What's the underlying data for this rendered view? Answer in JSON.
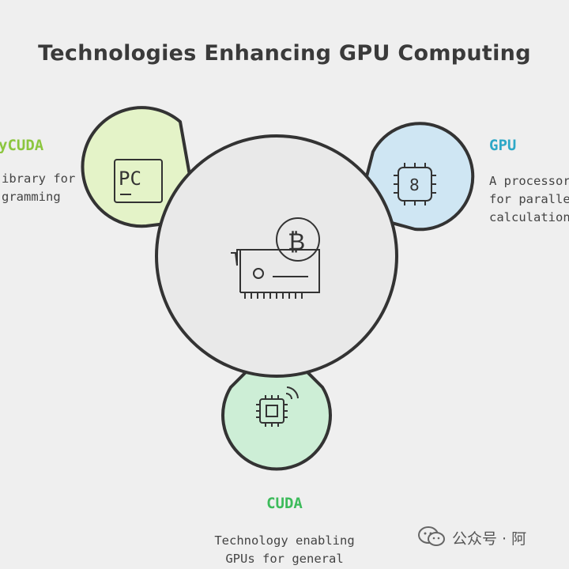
{
  "title": "Technologies Enhancing GPU Computing",
  "nodes": {
    "pycuda": {
      "label": "yCUDA",
      "desc": [
        "ibrary for",
        "gramming"
      ],
      "color": "#8cc63f",
      "fill": "#e4f3c8",
      "icon": "pc-terminal-icon",
      "icon_text": "PC"
    },
    "gpu": {
      "label": "GPU",
      "desc": [
        "A processor",
        "for parallel",
        "calculations"
      ],
      "color": "#2ea8c7",
      "fill": "#cfe6f3",
      "icon": "chip-icon",
      "icon_text": "8"
    },
    "cuda": {
      "label": "CUDA",
      "desc": [
        "Technology enabling",
        "GPUs for general"
      ],
      "color": "#3dbb5b",
      "fill": "#cdeed6",
      "icon": "wireless-chip-icon"
    }
  },
  "center": {
    "icon": "gpu-card-bitcoin-icon",
    "coin_symbol": "₿"
  },
  "watermark": {
    "text": "公众号 · 阿"
  }
}
